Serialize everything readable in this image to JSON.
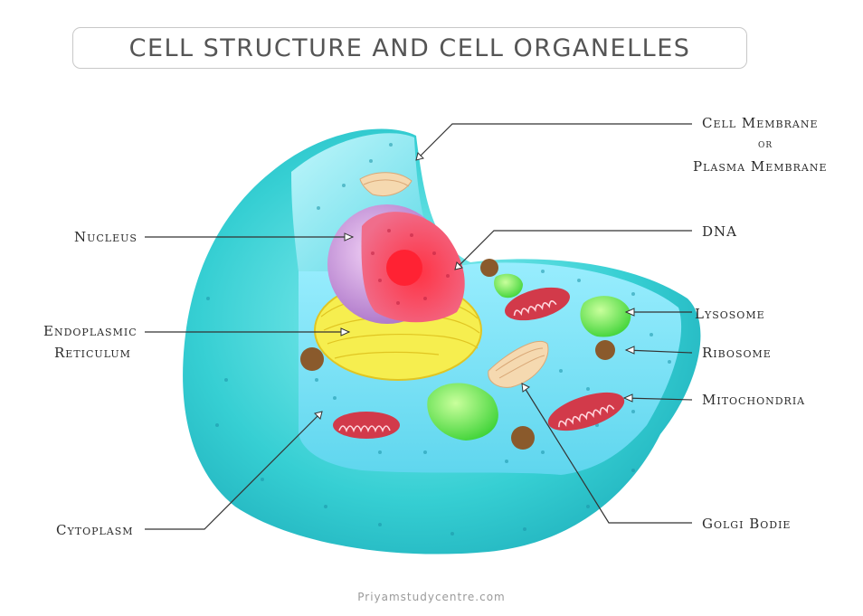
{
  "title": "CELL STRUCTURE AND CELL ORGANELLES",
  "labels": {
    "cell_membrane": "Cell Membrane",
    "cell_membrane_or": "or",
    "plasma_membrane": "Plasma Membrane",
    "nucleus": "Nucleus",
    "dna": "DNA",
    "endoplasmic": "Endoplasmic",
    "reticulum": "Reticulum",
    "lysosome": "Lysosome",
    "ribosome": "Ribosome",
    "mitochondria": "Mitochondria",
    "cytoplasm": "Cytoplasm",
    "golgi_bodie": "Golgi Bodie"
  },
  "watermark": "Priyamstudycentre.com",
  "colors": {
    "cell_outer": "#3ccfd6",
    "cytoplasm": "#7fe3f0",
    "nucleus_purple": "#c58fd6",
    "nucleolus_red": "#ee3b5c",
    "er_yellow": "#f6ee4f",
    "mitochondria": "#d23a4a",
    "lysosome": "#6ee650",
    "golgi": "#f5d9b0",
    "ribosome": "#8a5a2c"
  }
}
